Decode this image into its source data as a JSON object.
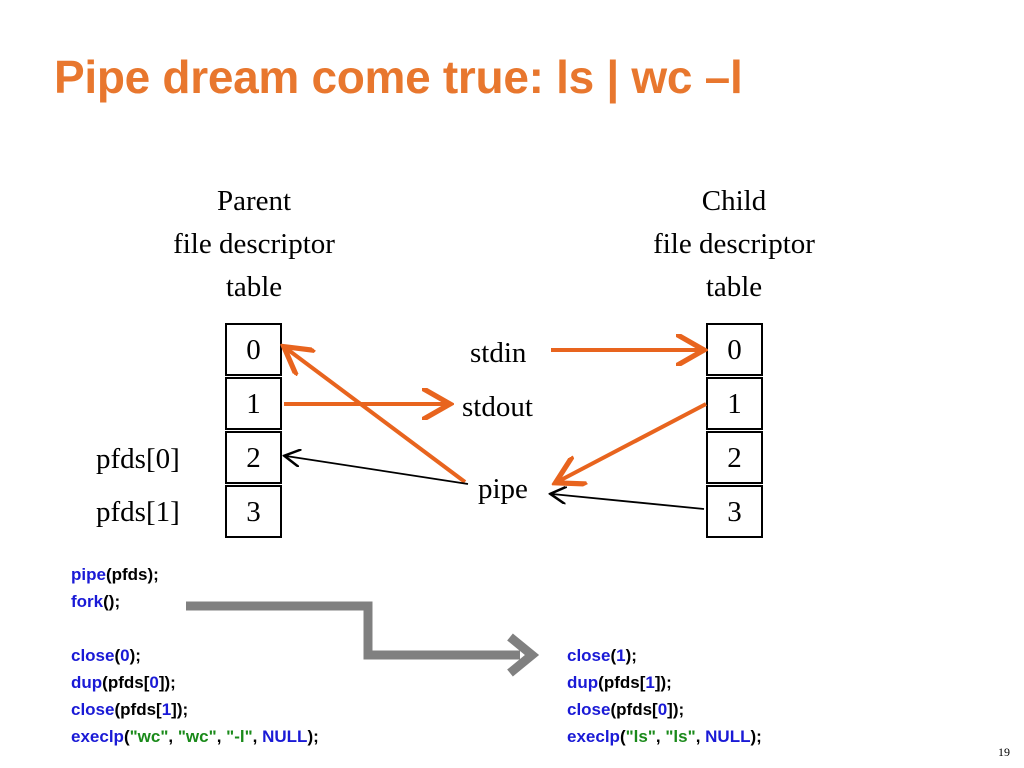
{
  "title": "Pipe dream come true: ls | wc –l",
  "parent_header": [
    "Parent",
    "file descriptor",
    "table"
  ],
  "child_header": [
    "Child",
    "file descriptor",
    "table"
  ],
  "parent_fds": [
    "0",
    "1",
    "2",
    "3"
  ],
  "child_fds": [
    "0",
    "1",
    "2",
    "3"
  ],
  "parent_labels": [
    "pfds[0]",
    "pfds[1]"
  ],
  "center_labels": {
    "stdin": "stdin",
    "stdout": "stdout",
    "pipe": "pipe"
  },
  "parent_code": [
    [
      {
        "t": "pipe",
        "c": "fn"
      },
      {
        "t": "(pfds);",
        "c": ""
      }
    ],
    [
      {
        "t": "fork",
        "c": "fn"
      },
      {
        "t": "();",
        "c": ""
      }
    ],
    [],
    [
      {
        "t": "close",
        "c": "fn"
      },
      {
        "t": "(",
        "c": ""
      },
      {
        "t": "0",
        "c": "num"
      },
      {
        "t": ");",
        "c": ""
      }
    ],
    [
      {
        "t": "dup",
        "c": "fn"
      },
      {
        "t": "(pfds[",
        "c": ""
      },
      {
        "t": "0",
        "c": "num"
      },
      {
        "t": "]);",
        "c": ""
      }
    ],
    [
      {
        "t": "close",
        "c": "fn"
      },
      {
        "t": "(pfds[",
        "c": ""
      },
      {
        "t": "1",
        "c": "num"
      },
      {
        "t": "]);",
        "c": ""
      }
    ],
    [
      {
        "t": "execlp",
        "c": "fn"
      },
      {
        "t": "(",
        "c": ""
      },
      {
        "t": "\"wc\"",
        "c": "str"
      },
      {
        "t": ", ",
        "c": ""
      },
      {
        "t": "\"wc\"",
        "c": "str"
      },
      {
        "t": ", ",
        "c": ""
      },
      {
        "t": "\"-l\"",
        "c": "str"
      },
      {
        "t": ", ",
        "c": ""
      },
      {
        "t": "NULL",
        "c": "nul"
      },
      {
        "t": ");",
        "c": ""
      }
    ]
  ],
  "child_code": [
    [
      {
        "t": "close",
        "c": "fn"
      },
      {
        "t": "(",
        "c": ""
      },
      {
        "t": "1",
        "c": "num"
      },
      {
        "t": ");",
        "c": ""
      }
    ],
    [
      {
        "t": "dup",
        "c": "fn"
      },
      {
        "t": "(pfds[",
        "c": ""
      },
      {
        "t": "1",
        "c": "num"
      },
      {
        "t": "]);",
        "c": ""
      }
    ],
    [
      {
        "t": "close",
        "c": "fn"
      },
      {
        "t": "(pfds[",
        "c": ""
      },
      {
        "t": "0",
        "c": "num"
      },
      {
        "t": "]);",
        "c": ""
      }
    ],
    [
      {
        "t": "execlp",
        "c": "fn"
      },
      {
        "t": "(",
        "c": ""
      },
      {
        "t": "\"ls\"",
        "c": "str"
      },
      {
        "t": ", ",
        "c": ""
      },
      {
        "t": "\"ls\"",
        "c": "str"
      },
      {
        "t": ", ",
        "c": ""
      },
      {
        "t": "NULL",
        "c": "nul"
      },
      {
        "t": ");",
        "c": ""
      }
    ]
  ],
  "page_number": "19",
  "colors": {
    "accent": "#e8772e",
    "arrow_orange": "#e8641e",
    "code_blue": "#1a1ad6",
    "code_green": "#1a8a1a",
    "flow_gray": "#808080"
  }
}
